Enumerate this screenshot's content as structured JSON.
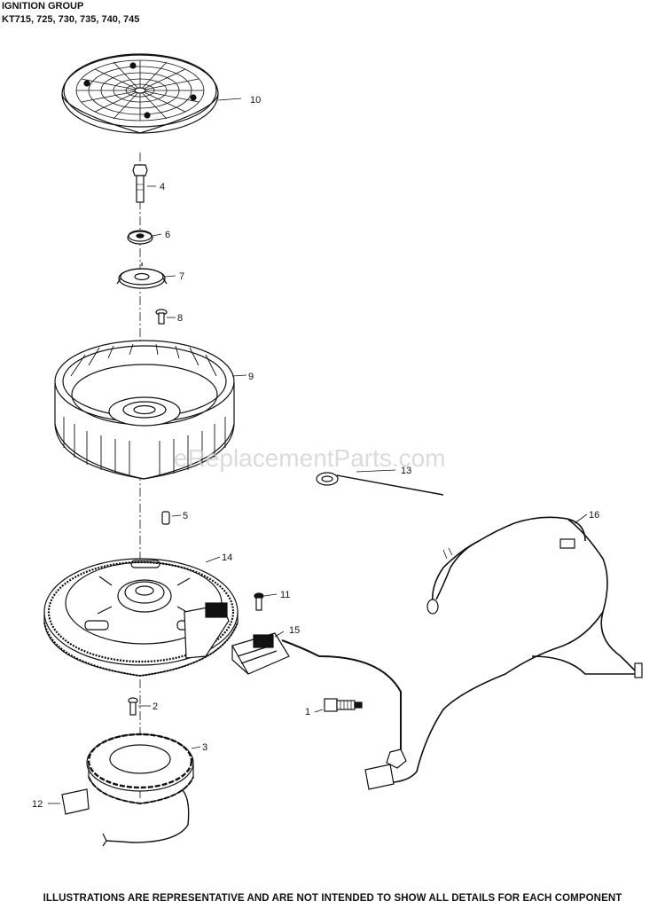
{
  "header": {
    "title": "IGNITION GROUP",
    "models": "KT715, 725, 730, 735, 740, 745"
  },
  "watermark": "eReplacementParts.com",
  "footer": {
    "disclaimer": "ILLUSTRATIONS ARE REPRESENTATIVE AND ARE NOT INTENDED TO SHOW ALL DETAILS FOR EACH COMPONENT"
  },
  "callouts": {
    "c1": "1",
    "c2": "2",
    "c3": "3",
    "c4": "4",
    "c5": "5",
    "c6": "6",
    "c7": "7",
    "c8": "8",
    "c9": "9",
    "c10": "10",
    "c11": "11",
    "c12": "12",
    "c13": "13",
    "c14": "14",
    "c15": "15",
    "c16": "16"
  },
  "colors": {
    "line": "#111111",
    "watermark": "#cfcfcf"
  }
}
